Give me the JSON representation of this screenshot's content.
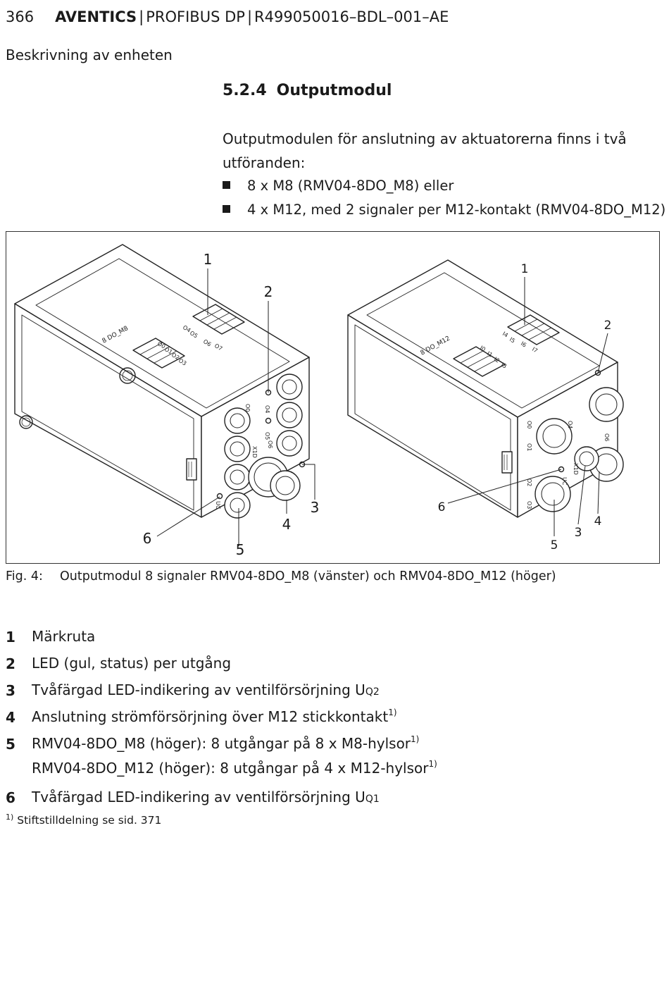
{
  "header": {
    "page_number": "366",
    "brand": "AVENTICS",
    "separator": "|",
    "product": "PROFIBUS DP",
    "doc_code": "R499050016–BDL–001–AE"
  },
  "section_label": "Beskrivning av enheten",
  "heading": {
    "number": "5.2.4",
    "title": "Outputmodul"
  },
  "intro": "Outputmodulen för anslutning av aktuatorerna finns i två utföranden:",
  "variants": [
    "8 x M8 (RMV04-8DO_M8) eller",
    "4 x M12, med 2 signaler per M12-kontakt (RMV04-8DO_M12)"
  ],
  "figure": {
    "left_callouts": [
      "1",
      "2",
      "3",
      "4",
      "5",
      "6"
    ],
    "right_callouts": [
      "1",
      "2",
      "3",
      "4",
      "5",
      "6"
    ],
    "left_device_label": "8 DO_M8",
    "right_device_label": "8 DO_M12",
    "left_channels": [
      "O0",
      "O1",
      "O2",
      "O3",
      "O4",
      "O5",
      "O6",
      "O7"
    ],
    "right_channels": [
      "I0",
      "I1",
      "I2",
      "I3",
      "I4",
      "I5",
      "I6",
      "I7"
    ],
    "left_port_labels": [
      "O0",
      "O4",
      "O5",
      "O6",
      "X1D",
      "UC"
    ],
    "right_port_labels": [
      "O0",
      "O1",
      "O2",
      "O3",
      "O4",
      "O6",
      "UC",
      "X1D"
    ]
  },
  "caption": {
    "label": "Fig. 4:",
    "text": "Outputmodul 8 signaler RMV04-8DO_M8 (vänster) och RMV04-8DO_M12 (höger)"
  },
  "legend": [
    {
      "number": "1",
      "lines": [
        {
          "text": "Märkruta"
        }
      ]
    },
    {
      "number": "2",
      "lines": [
        {
          "text": "LED (gul, status) per utgång"
        }
      ]
    },
    {
      "number": "3",
      "lines": [
        {
          "text": "Tvåfärgad LED-indikering av ventilförsörjning U",
          "sub": "Q2"
        }
      ]
    },
    {
      "number": "4",
      "lines": [
        {
          "text": "Anslutning strömförsörjning över M12 stickkontakt",
          "sup": "1)"
        }
      ]
    },
    {
      "number": "5",
      "lines": [
        {
          "text": "RMV04-8DO_M8 (höger): 8 utgångar på 8 x M8-hylsor",
          "sup": "1)"
        },
        {
          "text": "RMV04-8DO_M12 (höger): 8 utgångar på 4 x M12-hylsor",
          "sup": "1)"
        }
      ]
    },
    {
      "number": "6",
      "lines": [
        {
          "text": "Tvåfärgad LED-indikering av ventilförsörjning U",
          "sub": "Q1"
        }
      ]
    }
  ],
  "footnote": {
    "marker": "1)",
    "text": "Stiftstilldelning se sid. 371"
  },
  "colors": {
    "text": "#1a1a1a",
    "line": "#222222",
    "background": "#ffffff"
  }
}
